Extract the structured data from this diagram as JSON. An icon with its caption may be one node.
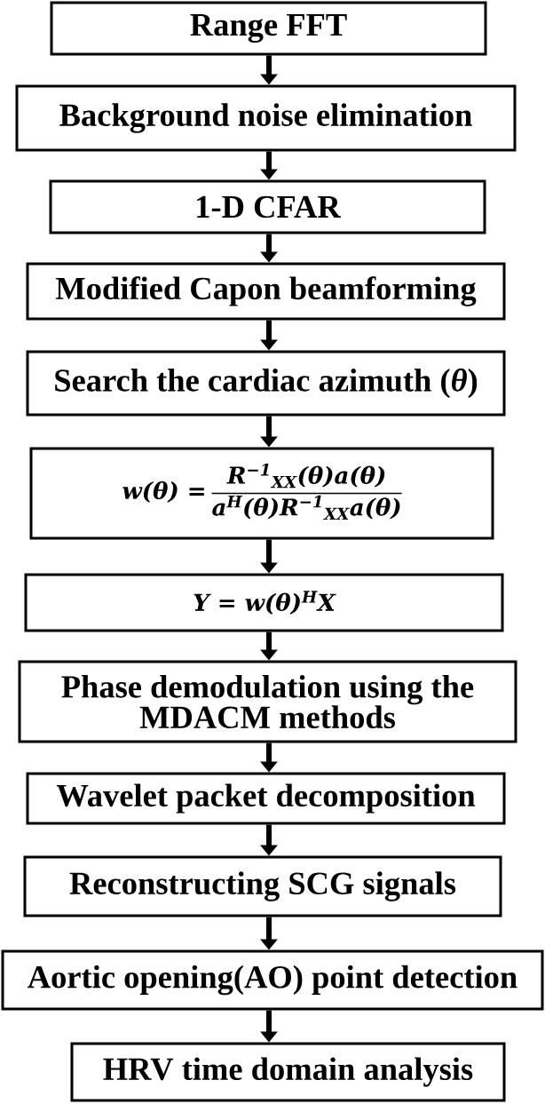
{
  "diagram": {
    "nodes": [
      {
        "text": [
          "Range FFT"
        ]
      },
      {
        "text": [
          "Background noise elimination"
        ]
      },
      {
        "text": [
          "1-D CFAR"
        ]
      },
      {
        "text": [
          "Modified Capon beamforming"
        ]
      },
      {
        "text": [
          "Search the cardiac azimuth (*θ*)"
        ]
      },
      {
        "text": [
          "w(θ) =",
          "R$^{−1}$$_{XX}$(θ)a(θ)",
          "a$^{H}$(θ)R$^{−1}$$_{XX}$a(θ)"
        ]
      },
      {
        "text": [
          "Y = w(θ)$^{H}$X"
        ]
      },
      {
        "text": [
          "Phase demodulation using the MDACM methods"
        ]
      },
      {
        "text": [
          "Wavelet packet decomposition"
        ]
      },
      {
        "text": [
          "Reconstructing SCG signals"
        ]
      },
      {
        "text": [
          "Aortic opening(AO) point detection"
        ]
      },
      {
        "text": [
          "HRV time domain analysis"
        ]
      }
    ],
    "edges": [
      {
        "from": 0,
        "to": 1,
        "arrow": "to"
      },
      {
        "from": 1,
        "to": 2,
        "arrow": "to"
      },
      {
        "from": 2,
        "to": 3,
        "arrow": "to"
      },
      {
        "from": 3,
        "to": 4,
        "arrow": "to"
      },
      {
        "from": 4,
        "to": 5,
        "arrow": "to"
      },
      {
        "from": 5,
        "to": 6,
        "arrow": "to"
      },
      {
        "from": 6,
        "to": 7,
        "arrow": "to"
      },
      {
        "from": 7,
        "to": 8,
        "arrow": "to"
      },
      {
        "from": 8,
        "to": 9,
        "arrow": "to"
      },
      {
        "from": 9,
        "to": 10,
        "arrow": "to"
      },
      {
        "from": 10,
        "to": 11,
        "arrow": "to"
      }
    ]
  }
}
